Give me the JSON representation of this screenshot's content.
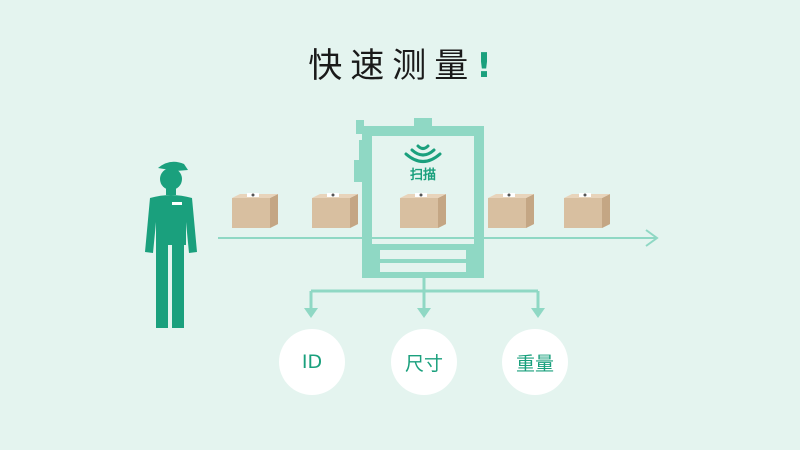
{
  "title": {
    "text": "快速测量",
    "exclamation": "!"
  },
  "scanner": {
    "label": "扫描"
  },
  "outputs": [
    {
      "label": "ID"
    },
    {
      "label": "尺寸"
    },
    {
      "label": "重量"
    }
  ],
  "colors": {
    "background": "#e4f4ef",
    "accent": "#1aa07d",
    "frame": "#8fd8c4",
    "box": "#d8bfa0"
  }
}
